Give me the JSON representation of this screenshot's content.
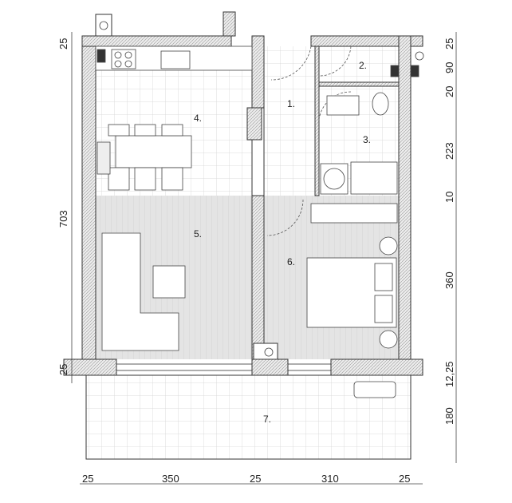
{
  "rooms": [
    {
      "label": "1."
    },
    {
      "label": "2."
    },
    {
      "label": "3."
    },
    {
      "label": "4."
    },
    {
      "label": "5."
    },
    {
      "label": "6."
    },
    {
      "label": "7."
    }
  ],
  "dimensions": {
    "left": [
      "25",
      "703",
      "25"
    ],
    "right": [
      "25",
      "90",
      "20",
      "223",
      "10",
      "360",
      "12,25",
      "180"
    ],
    "bottom": [
      "25",
      "350",
      "25",
      "310",
      "25"
    ]
  },
  "colors": {
    "wall_hatch": "#d9d9d9",
    "line": "#333333",
    "floor_wood": "#e6e6e6",
    "tile_grid": "#d0d0d0"
  }
}
